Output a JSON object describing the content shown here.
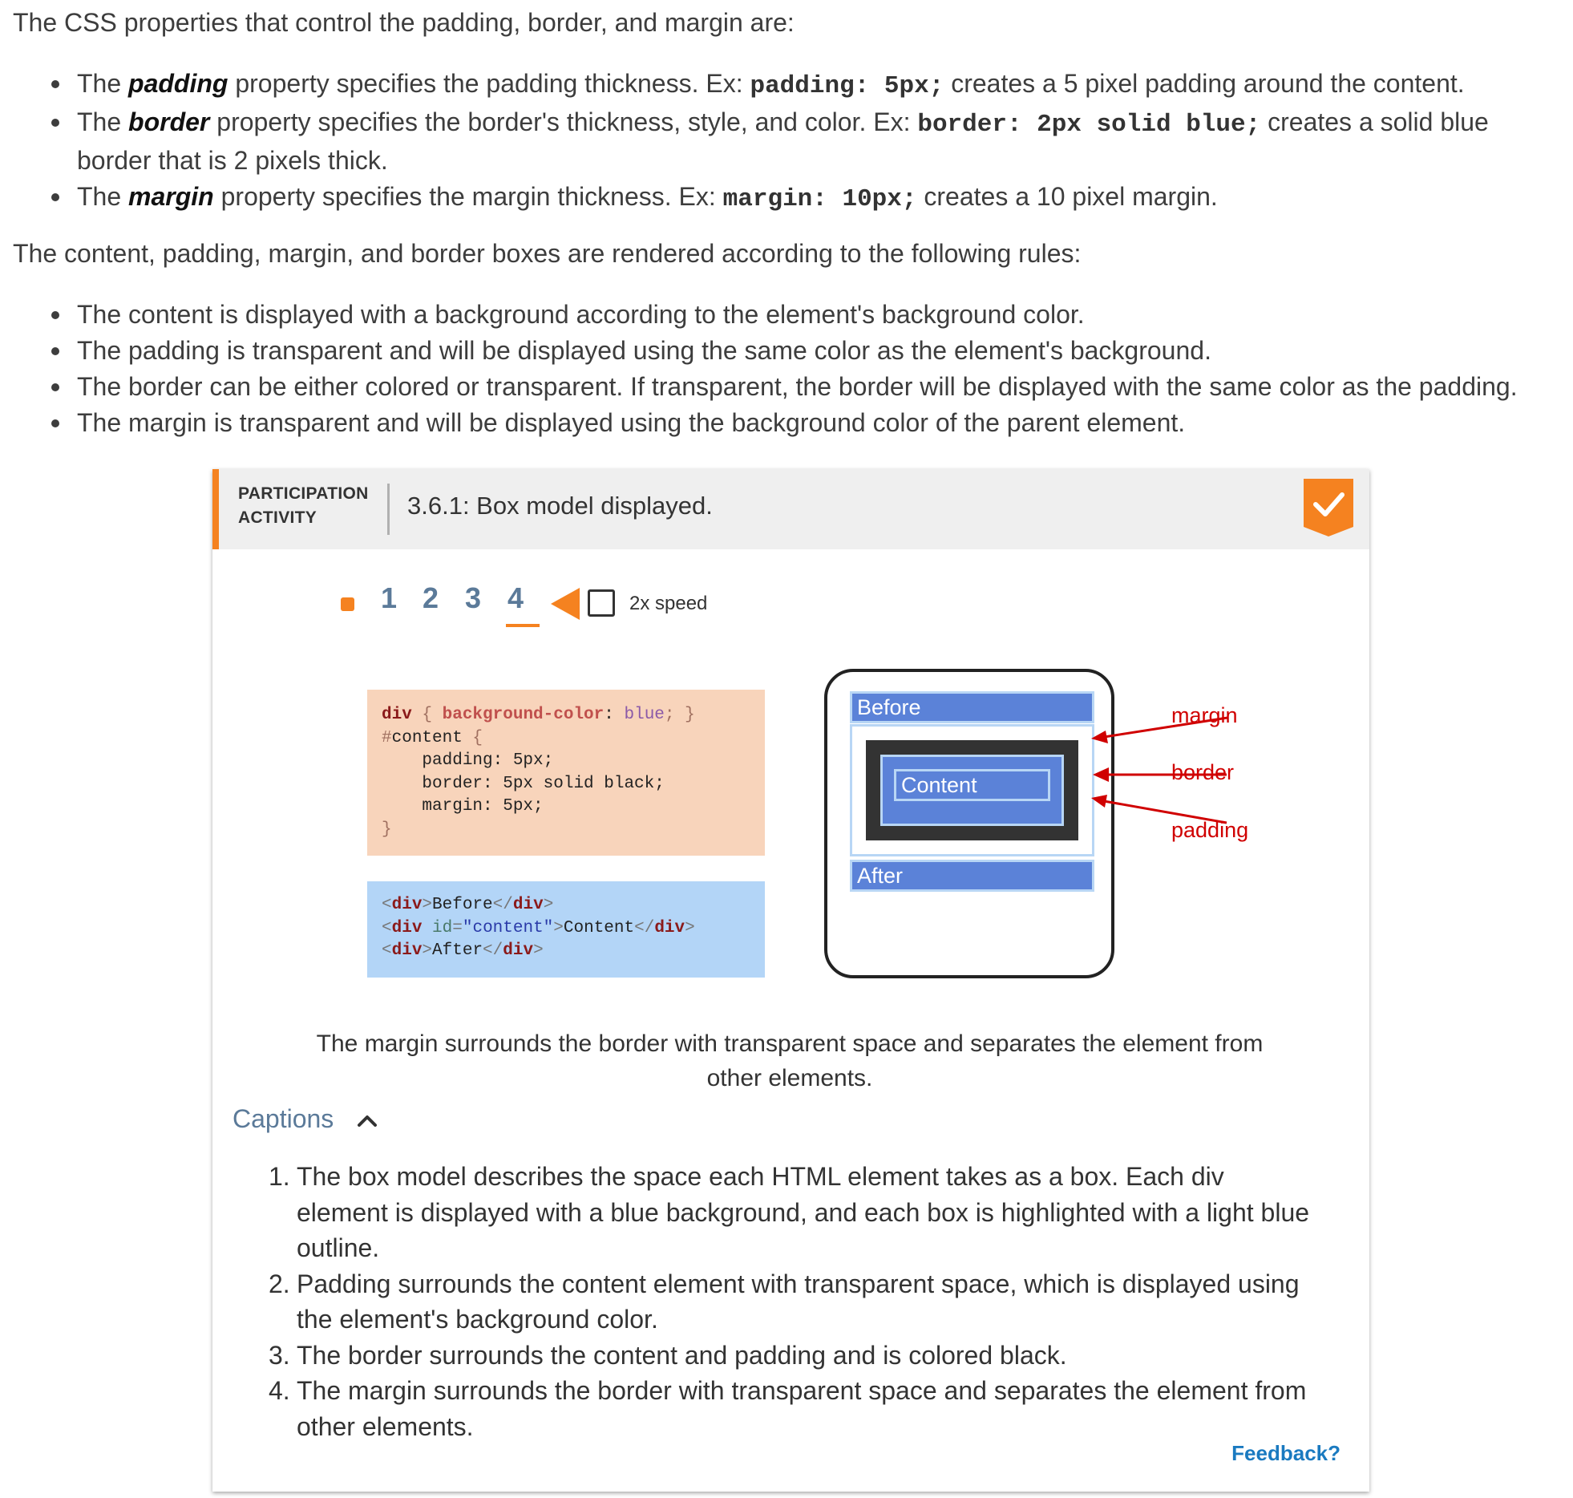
{
  "intro": {
    "lead1": "The CSS properties that control the padding, border, and margin are:",
    "bullets1": [
      {
        "prefix": "The ",
        "term": "padding",
        "mid": " property specifies the padding thickness. Ex: ",
        "code": "padding: 5px;",
        "suffix": " creates a 5 pixel padding around the content."
      },
      {
        "prefix": "The ",
        "term": "border",
        "mid": " property specifies the border's thickness, style, and color. Ex: ",
        "code": "border: 2px solid blue;",
        "suffix": " creates a solid blue border that is 2 pixels thick."
      },
      {
        "prefix": "The ",
        "term": "margin",
        "mid": " property specifies the margin thickness. Ex: ",
        "code": "margin: 10px;",
        "suffix": " creates a 10 pixel margin."
      }
    ],
    "lead2": "The content, padding, margin, and border boxes are rendered according to the following rules:",
    "bullets2": [
      "The content is displayed with a background according to the element's background color.",
      "The padding is transparent and will be displayed using the same color as the element's background.",
      "The border can be either colored or transparent. If transparent, the border will be displayed with the same color as the padding.",
      "The margin is transparent and will be displayed using the background color of the parent element."
    ]
  },
  "activity": {
    "label_line1": "PARTICIPATION",
    "label_line2": "ACTIVITY",
    "title": "3.6.1: Box model displayed.",
    "steps": [
      "1",
      "2",
      "3",
      "4"
    ],
    "active_step": "4",
    "speed_label": "2x speed",
    "css_code": {
      "line1": {
        "sel": "div",
        "open": " { ",
        "prop": "background-color",
        "colon": ": ",
        "val": "blue",
        "close": "; }"
      },
      "line2": {
        "hash": "#",
        "id": "content",
        "open": " {"
      },
      "line3": "    padding: 5px;",
      "line4": "    border: 5px solid black;",
      "line5": "    margin: 5px;",
      "line6": "}"
    },
    "html_code": {
      "tag": "div",
      "before_text": "Before",
      "attr": "id",
      "attr_val": "\"content\"",
      "content_text": "Content",
      "after_text": "After"
    },
    "diagram": {
      "before": "Before",
      "content": "Content",
      "after": "After",
      "label_margin": "margin",
      "label_border": "border",
      "label_padding": "padding"
    },
    "step_caption": "The margin surrounds the border with transparent space and separates the element from other elements.",
    "captions_label": "Captions",
    "captions": [
      {
        "num": "1.",
        "text": "The box model describes the space each HTML element takes as a box. Each div element is displayed with a blue background, and each box is highlighted with a light blue outline."
      },
      {
        "num": "2.",
        "text": "Padding surrounds the content element with transparent space, which is displayed using the element's background color."
      },
      {
        "num": "3.",
        "text": "The border surrounds the content and padding and is colored black."
      },
      {
        "num": "4.",
        "text": "The margin surrounds the border with transparent space and separates the element from other elements."
      }
    ],
    "feedback_label": "Feedback?"
  },
  "colors": {
    "accent": "#f58220",
    "step_blue": "#5b7a99",
    "box_blue": "#5b82d8",
    "outline_light_blue": "#b8d6f5",
    "annotation_red": "#d00000",
    "link_blue": "#1a7ac0"
  },
  "icons": {
    "completion": "check-icon",
    "start": "stop-square-icon",
    "back": "play-back-triangle-icon",
    "speed": "checkbox-icon",
    "captions_toggle": "chevron-up-icon"
  }
}
